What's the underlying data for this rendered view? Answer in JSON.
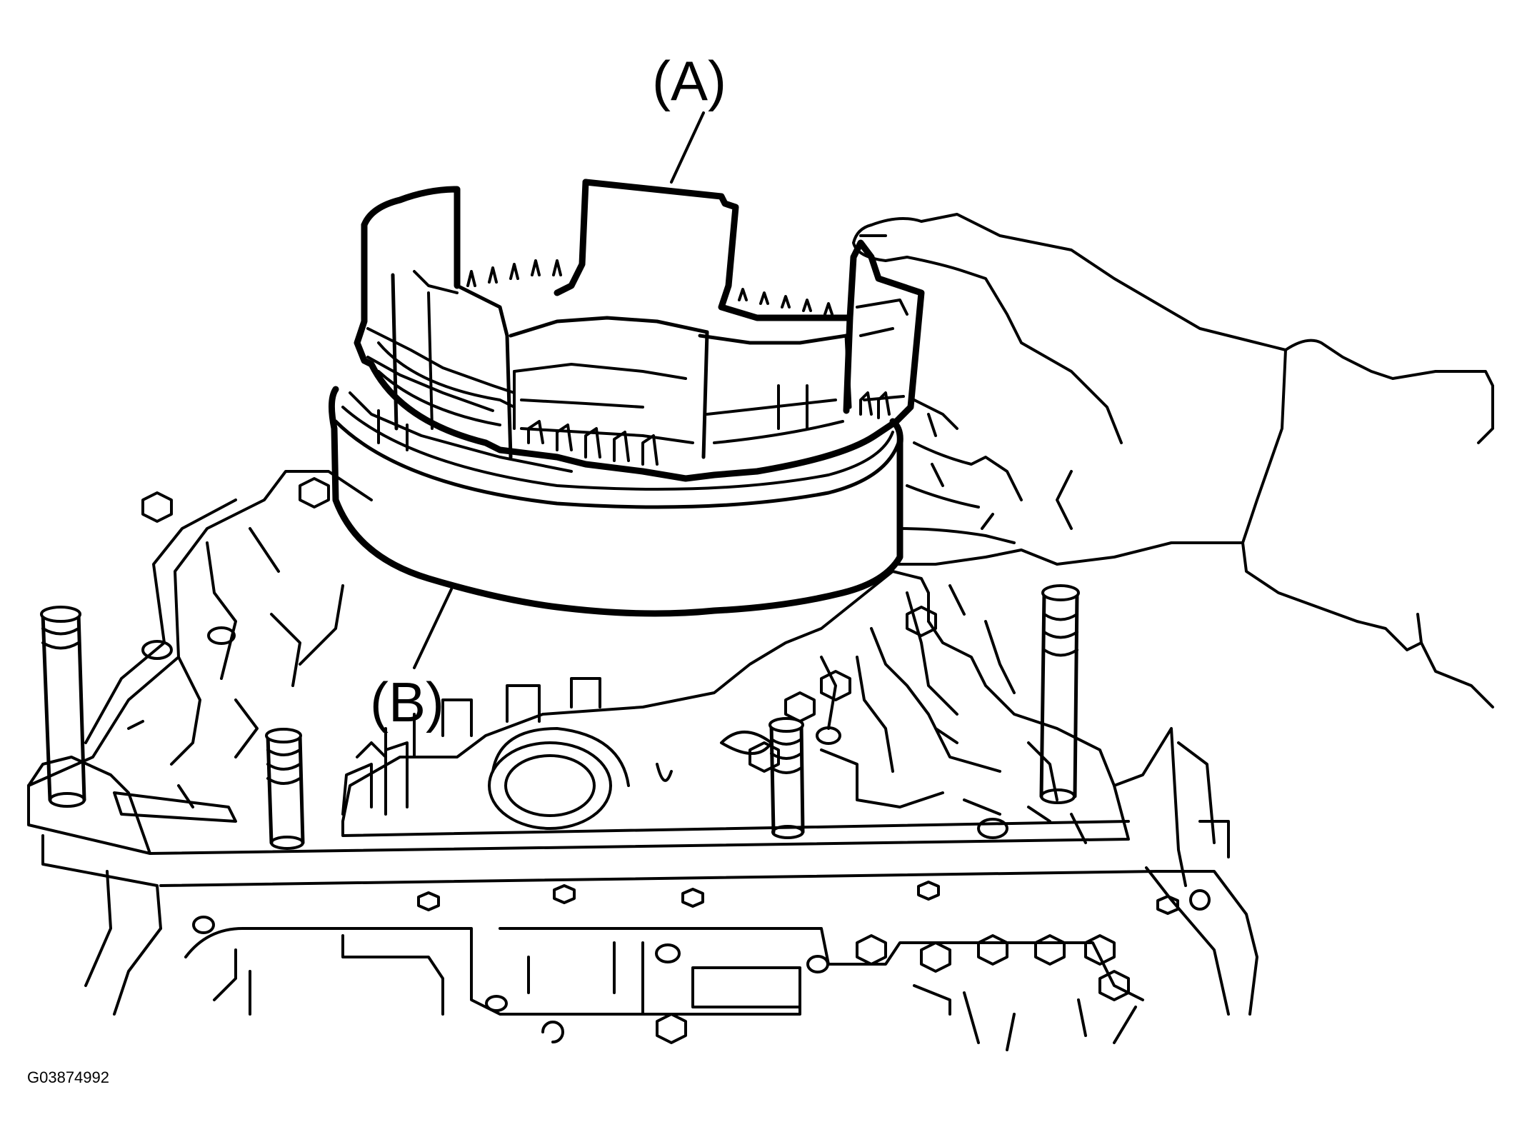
{
  "callouts": {
    "a_label": "(A)",
    "b_label": "(B)"
  },
  "figure_code": "G03874992",
  "colors": {
    "line": "#000000",
    "background": "#ffffff"
  }
}
